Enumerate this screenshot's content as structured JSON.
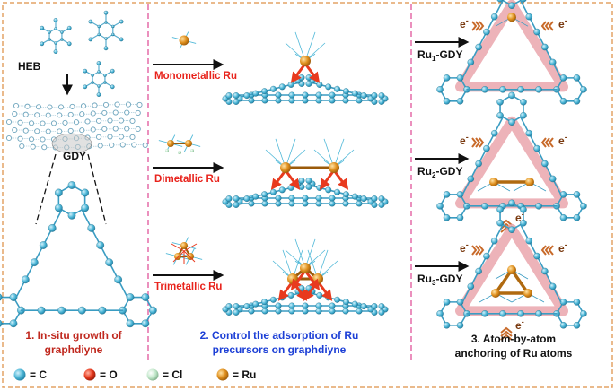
{
  "panels": {
    "panel1": {
      "heb_label": "HEB",
      "gdy_label": "GDY",
      "caption_line1": "1. In-situ growth of",
      "caption_line2": "graphdiyne"
    },
    "panel2": {
      "row1_label": "Monometallic Ru",
      "row2_label": "Dimetallic Ru",
      "row3_label": "Trimetallic Ru",
      "caption_line1": "2. Control the adsorption of Ru",
      "caption_line2": "precursors on graphdiyne"
    },
    "panel3": {
      "row1_label_main": "Ru",
      "row1_label_sub": "1",
      "row1_label_tail": "-GDY",
      "row2_label_main": "Ru",
      "row2_label_sub": "2",
      "row2_label_tail": "-GDY",
      "row3_label_main": "Ru",
      "row3_label_sub": "3",
      "row3_label_tail": "-GDY",
      "electron": "e",
      "electron_sup": "-",
      "caption_line1": "3. Atom-by-atom",
      "caption_line2": "anchoring of Ru atoms"
    }
  },
  "legend": [
    {
      "symbol": "= C",
      "color": "#4fb8d8"
    },
    {
      "symbol": "= O",
      "color": "#e83a1e"
    },
    {
      "symbol": "= Cl",
      "color": "#bfe6c8"
    },
    {
      "symbol": "= Ru",
      "color": "#e0901e"
    }
  ],
  "colors": {
    "border": "#e3a366",
    "divider": "#e0559a",
    "carbon": "#4fb8d8",
    "ruthenium": "#e0901e",
    "oxygen": "#e83a1e",
    "red_text": "#e8231c",
    "blue_text": "#1c3fd6",
    "dark_red_text": "#c0281e",
    "highlight": "#e8a0a8"
  }
}
